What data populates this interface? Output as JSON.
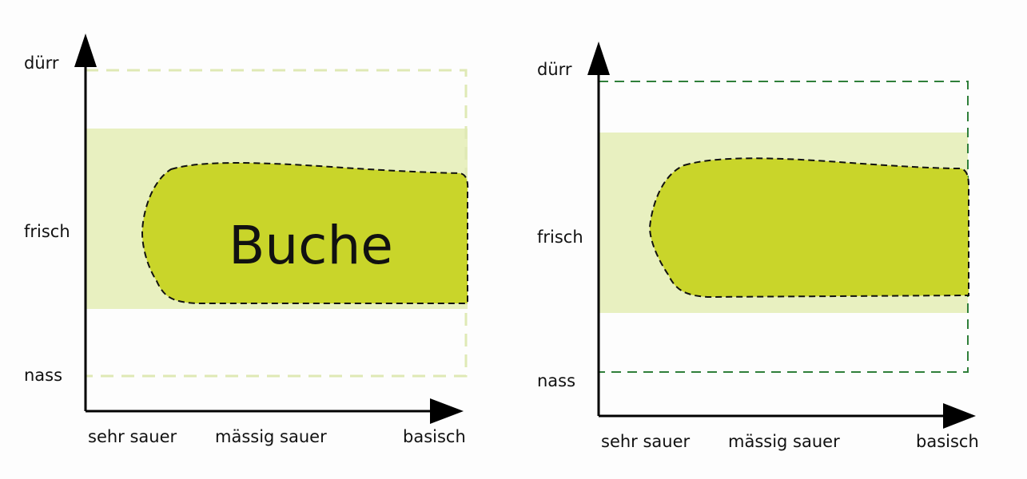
{
  "diagrams": [
    {
      "y_labels": {
        "top": "dürr",
        "middle": "frisch",
        "bottom": "nass"
      },
      "x_labels": {
        "left": "sehr sauer",
        "middle": "mässig sauer",
        "right": "basisch"
      },
      "species_label": "Buche"
    },
    {
      "y_labels": {
        "top": "dürr",
        "middle": "frisch",
        "bottom": "nass"
      },
      "x_labels": {
        "left": "sehr sauer",
        "middle": "mässig sauer",
        "right": "basisch"
      },
      "species_label": ""
    }
  ],
  "colors": {
    "band": "#e8f0c0",
    "core": "#c9d52a",
    "outline_left": "#dfe9b5",
    "outline_right": "#2f7f3a",
    "axis": "#000000"
  }
}
